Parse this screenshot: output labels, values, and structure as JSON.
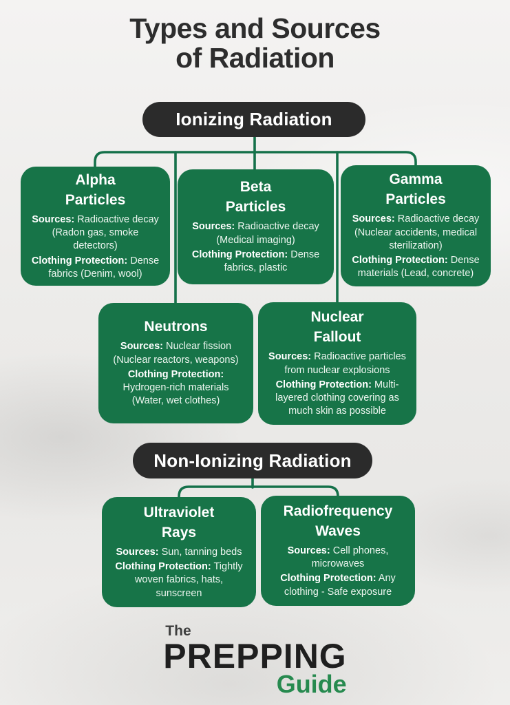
{
  "title": {
    "line1": "Types and Sources",
    "line2": "of Radiation"
  },
  "labels": {
    "sources": "Sources:",
    "protection": "Clothing Protection:"
  },
  "ionizing": {
    "header": "Ionizing Radiation",
    "boxes": [
      {
        "title": "Alpha\nParticles",
        "sources": "Radioactive decay (Radon gas, smoke detectors)",
        "protection": "Dense fabrics (Denim, wool)"
      },
      {
        "title": "Beta\nParticles",
        "sources": "Radioactive decay (Medical imaging)",
        "protection": "Dense fabrics, plastic"
      },
      {
        "title": "Gamma\nParticles",
        "sources": "Radioactive decay (Nuclear accidents, medical sterilization)",
        "protection": "Dense materials (Lead, concrete)"
      },
      {
        "title": "Neutrons",
        "sources": "Nuclear fission (Nuclear reactors, weapons)",
        "protection": "Hydrogen-rich materials (Water, wet clothes)"
      },
      {
        "title": "Nuclear\nFallout",
        "sources": "Radioactive particles from nuclear explosions",
        "protection": "Multi-layered clothing covering as much skin as possible"
      }
    ]
  },
  "non_ionizing": {
    "header": "Non-Ionizing Radiation",
    "boxes": [
      {
        "title": "Ultraviolet\nRays",
        "sources": "Sun, tanning beds",
        "protection": "Tightly woven fabrics, hats, sunscreen"
      },
      {
        "title": "Radiofrequency\nWaves",
        "sources": "Cell phones, microwaves",
        "protection": "Any clothing - Safe exposure"
      }
    ]
  },
  "logo": {
    "the": "The",
    "name": "PREPPING",
    "suffix": "Guide"
  },
  "colors": {
    "card_green": "#177448",
    "pill_dark": "#2b2b2b",
    "connector_green": "#15714a",
    "logo_green": "#278a4f",
    "title_text": "#2d2d2d"
  }
}
